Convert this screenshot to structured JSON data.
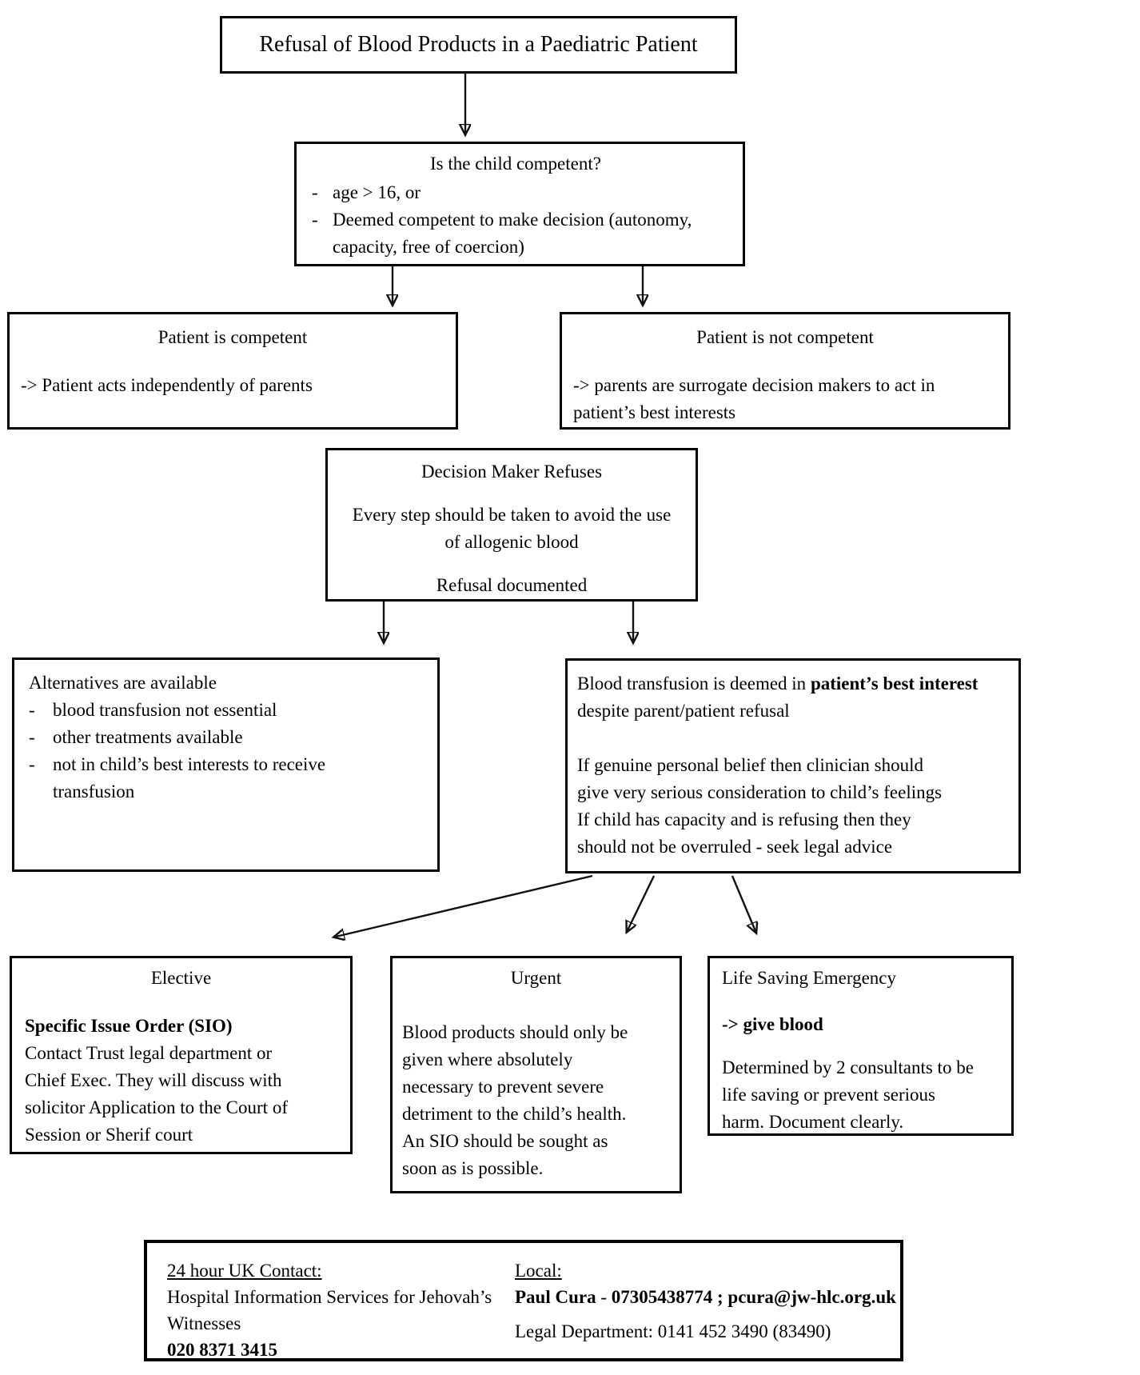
{
  "flowchart": {
    "bullet_marker": "-",
    "title_box": "Refusal of Blood Products in a Paediatric Patient",
    "question_box": {
      "heading": "Is the child competent?",
      "bullets": [
        "age > 16, or",
        "Deemed competent to make decision (autonomy,\ncapacity, free of coercion)"
      ]
    },
    "competent_box": {
      "heading": "Patient is competent",
      "body": "-> Patient acts independently of parents"
    },
    "not_competent_box": {
      "heading": "Patient is not competent",
      "body": "-> parents are surrogate decision makers to act in\npatient’s best interests"
    },
    "refuses_box": {
      "heading": "Decision Maker Refuses",
      "body": "Every step should be taken to avoid the use\nof allogenic blood",
      "footer": "Refusal documented"
    },
    "alternatives_box": {
      "heading": "Alternatives are available",
      "bullets": [
        "blood transfusion not essential",
        "other treatments available",
        "not in child’s best interests to receive\ntransfusion"
      ]
    },
    "best_interest_box": {
      "p1_pre": "Blood transfusion is deemed in ",
      "p1_bold": "patient’s best interest",
      "p1_post": " despite parent/patient refusal",
      "p2": "If genuine personal belief then clinician should\ngive very serious consideration to child’s feelings\nIf child has capacity and is refusing then they\nshould not be overruled - seek legal advice"
    },
    "elective_box": {
      "heading": "Elective",
      "subheading": "Specific Issue Order (SIO)",
      "body": "Contact Trust legal department or\nChief Exec. They will discuss with\nsolicitor Application to the Court of\nSession or Sherif court"
    },
    "urgent_box": {
      "heading": "Urgent",
      "body": "Blood products should only be\ngiven where absolutely\nnecessary to prevent severe\ndetriment to the child’s health.\nAn SIO should be sought as\nsoon as is possible."
    },
    "emergency_box": {
      "heading": "Life Saving Emergency",
      "action": "-> give blood",
      "body": "Determined by 2 consultants to be\nlife saving or prevent serious\nharm. Document clearly."
    },
    "contact_box": {
      "uk_heading": "24 hour UK Contact:",
      "uk_org": "Hospital Information Services for Jehovah’s\nWitnesses",
      "uk_phone": "020 8371 3415",
      "local_heading": "Local:",
      "local_name": "Paul Cura",
      "local_sep": " - ",
      "local_phone_email": "07305438774 ; pcura@jw-hlc.org.uk",
      "local_legal": "Legal Department: 0141 452 3490 (83490)"
    }
  }
}
